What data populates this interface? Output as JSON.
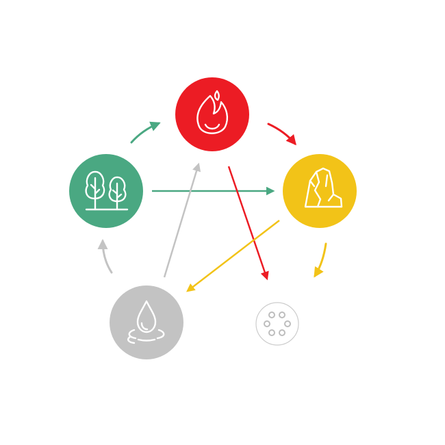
{
  "diagram": {
    "nodes": [
      {
        "id": "fire",
        "icon": "flame-icon",
        "color": "#ec1c24"
      },
      {
        "id": "earth",
        "icon": "rock-icon",
        "color": "#f2c318"
      },
      {
        "id": "metal",
        "icon": "ore-ring-icon",
        "color": "#ffffff",
        "border": "#cccccc"
      },
      {
        "id": "water",
        "icon": "water-drop-icon",
        "color": "#c3c3c3"
      },
      {
        "id": "wood",
        "icon": "trees-icon",
        "color": "#4aa882"
      }
    ],
    "generating_cycle": [
      {
        "from": "wood",
        "to": "fire",
        "color": "#4aa882"
      },
      {
        "from": "fire",
        "to": "earth",
        "color": "#ec1c24"
      },
      {
        "from": "earth",
        "to": "metal",
        "color": "#f2c318"
      },
      {
        "from": "metal",
        "to": "water",
        "color": "#c3c3c3"
      },
      {
        "from": "water",
        "to": "wood",
        "color": "#c3c3c3"
      }
    ],
    "controlling_cycle": [
      {
        "from": "wood",
        "to": "earth",
        "color": "#4aa882"
      },
      {
        "from": "fire",
        "to": "metal",
        "color": "#ec1c24"
      },
      {
        "from": "earth",
        "to": "water",
        "color": "#f2c318"
      },
      {
        "from": "water",
        "to": "fire",
        "color": "#c3c3c3"
      }
    ]
  }
}
